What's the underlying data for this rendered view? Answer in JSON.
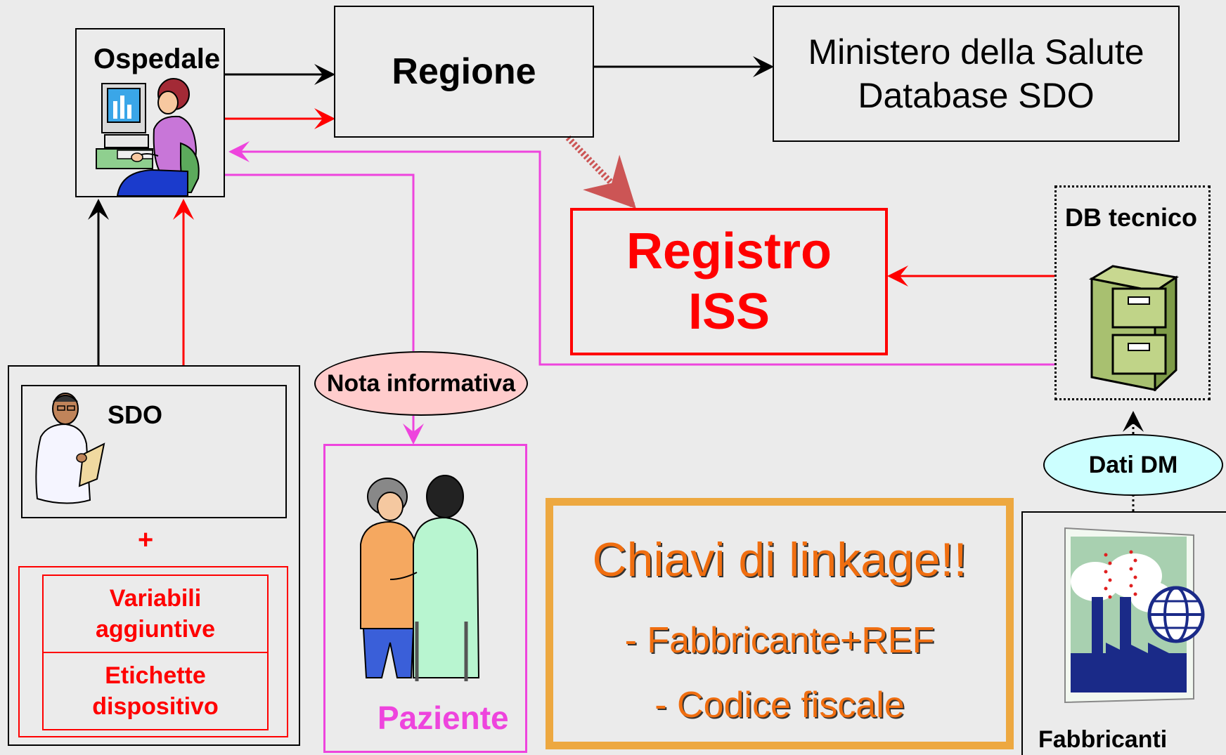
{
  "nodes": {
    "ospedale": "Ospedale",
    "regione": "Regione",
    "ministero_line1": "Ministero della Salute",
    "ministero_line2": "Database SDO",
    "registro_line1": "Registro",
    "registro_line2": "ISS",
    "db_tecnico": "DB tecnico",
    "sdo": "SDO",
    "plus": "+",
    "variabili_line1": "Variabili",
    "variabili_line2": "aggiuntive",
    "etichette_line1": "Etichette",
    "etichette_line2": "dispositivo",
    "nota_informativa": "Nota informativa",
    "paziente": "Paziente",
    "dati_dm": "Dati DM",
    "fabbricanti": "Fabbricanti"
  },
  "linkage": {
    "title": "Chiavi di linkage!!",
    "item1": "- Fabbricante+REF",
    "item2": "- Codice fiscale"
  },
  "colors": {
    "black": "#000000",
    "red": "#ff0000",
    "magenta": "#ee44dd",
    "orange": "#f06e10",
    "orange_border": "#eda840",
    "nota_fill": "#ffcccc",
    "dati_fill": "#ccffff"
  },
  "icons": {
    "ospedale": "computer-user-icon",
    "sdo": "doctor-icon",
    "paziente": "patients-icon",
    "db_tecnico": "filing-cabinet-icon",
    "fabbricanti": "factory-globe-icon"
  }
}
